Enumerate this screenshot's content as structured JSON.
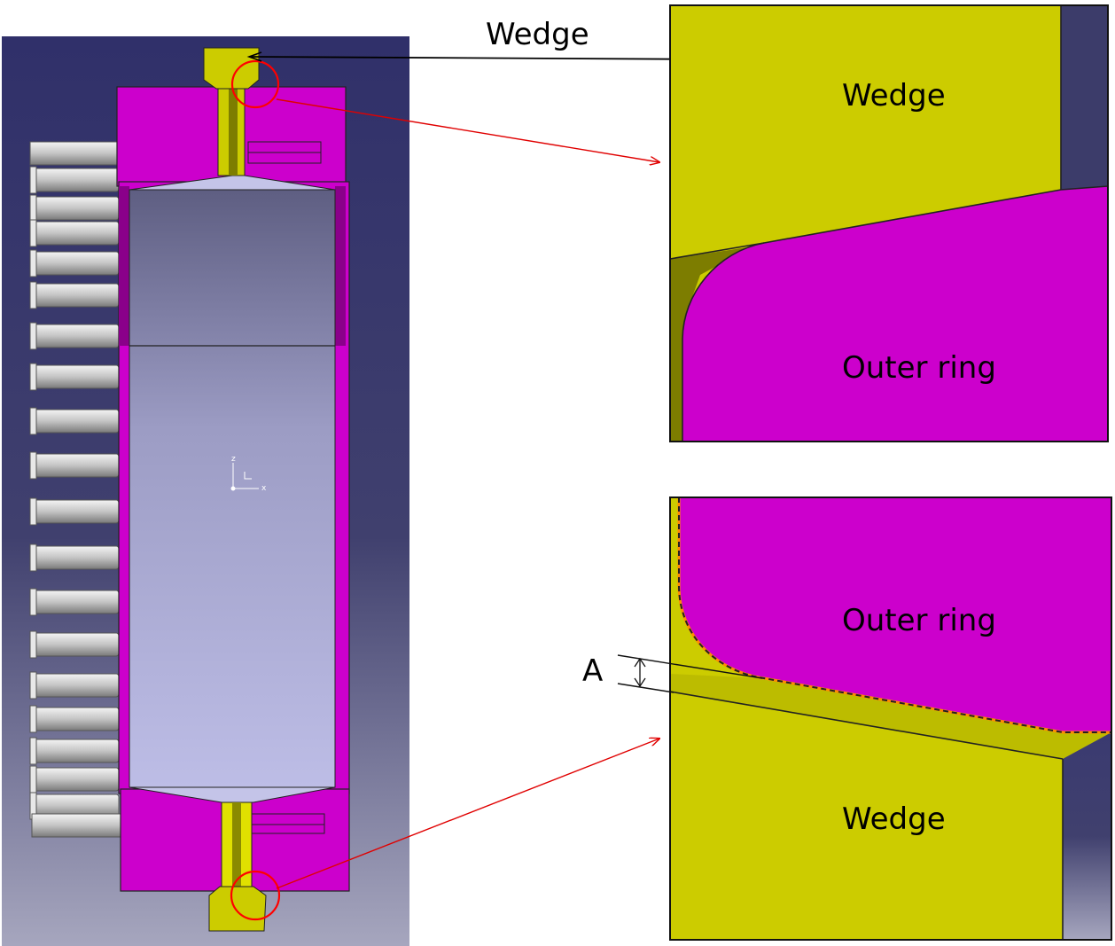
{
  "labels": {
    "top_wedge_callout": "Wedge",
    "detail_top_wedge": "Wedge",
    "detail_top_outer_ring": "Outer ring",
    "detail_bottom_outer_ring": "Outer ring",
    "detail_bottom_wedge": "Wedge",
    "gap_marker": "A"
  },
  "axis_triad": {
    "z": "z",
    "x": "x"
  },
  "colors": {
    "cad_background_top": "#2f2f6a",
    "cad_background_bottom": "#a3a3bd",
    "outer_ring": "#cc00cc",
    "wedge": "#cccc00",
    "wedge_dark": "#7d7d00",
    "callout_circle": "#ff0000",
    "leader_arrow": "#e00000"
  }
}
